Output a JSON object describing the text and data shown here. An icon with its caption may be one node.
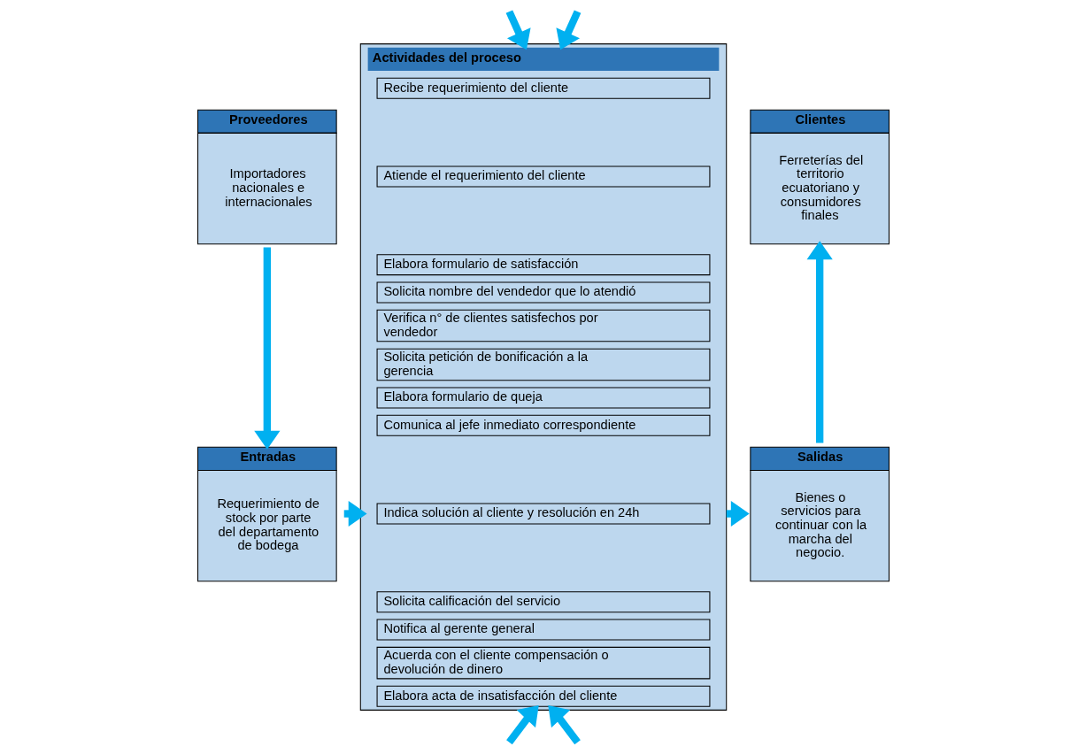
{
  "diagram": {
    "nodes": [
      {
        "text": [
          "Proveedores",
          "Importadores nacionales e internacionales"
        ]
      },
      {
        "text": [
          "Clientes",
          "Ferreterías del territorio ecuatoriano y consumidores finales"
        ]
      },
      {
        "text": [
          "Actividades del proceso"
        ]
      },
      {
        "text": [
          "Recibe requerimiento del cliente"
        ],
        "in": 2
      },
      {
        "text": [
          "Atiende el requerimiento del cliente"
        ],
        "in": 2
      },
      {
        "text": [
          "Elabora formulario de satisfacción"
        ],
        "in": 2
      },
      {
        "text": [
          "Solicita nombre del vendedor que lo atendió"
        ],
        "in": 2
      },
      {
        "text": [
          "Verifica n° de clientes satisfechos por vendedor"
        ],
        "in": 2
      },
      {
        "text": [
          "Solicita petición de bonificación a la gerencia"
        ],
        "in": 2
      },
      {
        "text": [
          "Elabora formulario de queja"
        ],
        "in": 2
      },
      {
        "text": [
          "Comunica al jefe inmediato correspondiente"
        ],
        "in": 2
      },
      {
        "text": [
          "Indica solución al cliente y resolución en 24h"
        ],
        "in": 2
      },
      {
        "text": [
          "Solicita calificación del servicio"
        ],
        "in": 2
      },
      {
        "text": [
          "Notifica al gerente general"
        ],
        "in": 2
      },
      {
        "text": [
          "Acuerda con el cliente compensación o devolución de dinero"
        ],
        "in": 2
      },
      {
        "text": [
          "Elabora acta de insatisfacción del cliente"
        ],
        "in": 2
      },
      {
        "text": [
          "Entradas",
          "Requerimiento de stock por parte del departamento de bodega"
        ]
      },
      {
        "text": [
          "Salidas",
          "Bienes o servicios para continuar con la marcha del negocio."
        ]
      }
    ],
    "edges": [
      {
        "from": null,
        "to": 2,
        "arrow": "to"
      },
      {
        "from": null,
        "to": 2,
        "arrow": "to"
      },
      {
        "from": 0,
        "to": 16,
        "arrow": "to"
      },
      {
        "from": 17,
        "to": 1,
        "arrow": "to"
      },
      {
        "from": 16,
        "to": 2,
        "arrow": "to"
      },
      {
        "from": 2,
        "to": 17,
        "arrow": "to"
      },
      {
        "from": null,
        "to": 2,
        "arrow": "to"
      },
      {
        "from": null,
        "to": 2,
        "arrow": "to"
      }
    ]
  }
}
